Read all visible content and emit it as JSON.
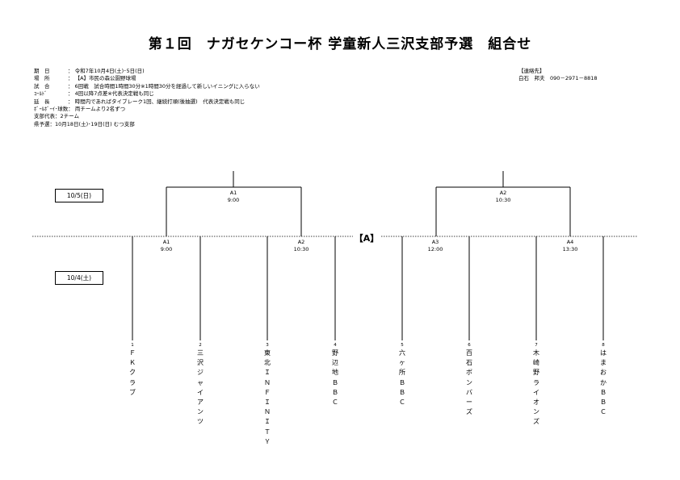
{
  "title": "第１回　ナガセケンコー杯 学童新人三沢支部予選　組合せ",
  "info": [
    {
      "key": "期　日",
      "sep": "：",
      "value": "令和7年10月4日(土)･5日(日)"
    },
    {
      "key": "場　所",
      "sep": "：",
      "value": "【A】市民の森公園野球場"
    },
    {
      "key": "試　合",
      "sep": "：",
      "value": "6回戦　試合時間1時間30分※1時間30分を経過して新しいイニングに入らない"
    },
    {
      "key": "ｺｰﾙﾄﾞ",
      "sep": "：",
      "value": "4回以降7点差※代表決定戦も同じ"
    },
    {
      "key": "延　長",
      "sep": "：",
      "value": "時間内であればタイブレーク1回、継続打順(後抽選)　代表決定戦も同じ"
    },
    {
      "key": "ﾎﾞｰﾙﾎﾞｰｲ･球数",
      "sep": "：",
      "value": "両チームより2名ずつ"
    },
    {
      "key": "支部代表",
      "sep": "：",
      "value": "2チーム"
    },
    {
      "key": "県予選",
      "sep": "：",
      "value": "10月18日(土)･19日(日) むつ支部"
    }
  ],
  "contact": {
    "heading": "【連絡先】",
    "name": "白石　邦夫",
    "phone": "090－2971－8818"
  },
  "dates": {
    "day2": "10/5(日)",
    "day1": "10/4(土)"
  },
  "venue_label": "【A】",
  "matches": [
    {
      "id": "A1",
      "time": "9:00"
    },
    {
      "id": "A2",
      "time": "10:30"
    },
    {
      "id": "A3",
      "time": "12:00"
    },
    {
      "id": "A4",
      "time": "13:30"
    }
  ],
  "finals": [
    {
      "id": "A1",
      "time": "9:00"
    },
    {
      "id": "A2",
      "time": "10:30"
    }
  ],
  "teams": [
    {
      "num": "1",
      "name": "ＦＫクラブ"
    },
    {
      "num": "2",
      "name": "三沢ジャイアンツ"
    },
    {
      "num": "3",
      "name": "東北ＩＮＦＩＮＩＴＹ"
    },
    {
      "num": "4",
      "name": "野辺地ＢＢＣ"
    },
    {
      "num": "5",
      "name": "六ヶ所ＢＢＣ"
    },
    {
      "num": "6",
      "name": "百石ボンバーズ"
    },
    {
      "num": "7",
      "name": "木崎野ライオンズ"
    },
    {
      "num": "8",
      "name": "はまおかＢＢＣ"
    }
  ]
}
